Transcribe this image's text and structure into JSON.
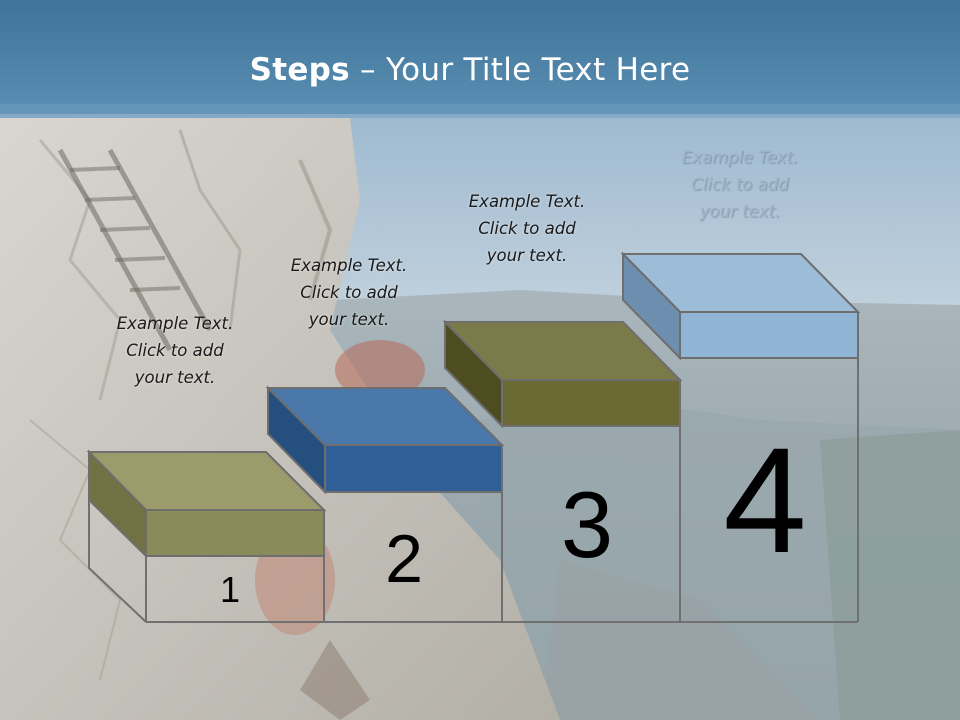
{
  "title": {
    "bold": "Steps",
    "rest": " – Your Title Text Here"
  },
  "steps": [
    {
      "number": "1",
      "line1": "Example Text.",
      "line2": "Click  to add",
      "line3": "your text.",
      "color": "#8a8a5a"
    },
    {
      "number": "2",
      "line1": "Example Text.",
      "line2": "Click  to add",
      "line3": "your text.",
      "color": "#2f5f96"
    },
    {
      "number": "3",
      "line1": "Example Text.",
      "line2": "Click  to add",
      "line3": "your text.",
      "color": "#6b6a34"
    },
    {
      "number": "4",
      "line1": "Example Text.",
      "line2": "Click  to add",
      "line3": "your text.",
      "color": "#8fb4d4"
    }
  ],
  "colors": {
    "header": "#4a7fa3",
    "outline": "#6a6a6a"
  }
}
